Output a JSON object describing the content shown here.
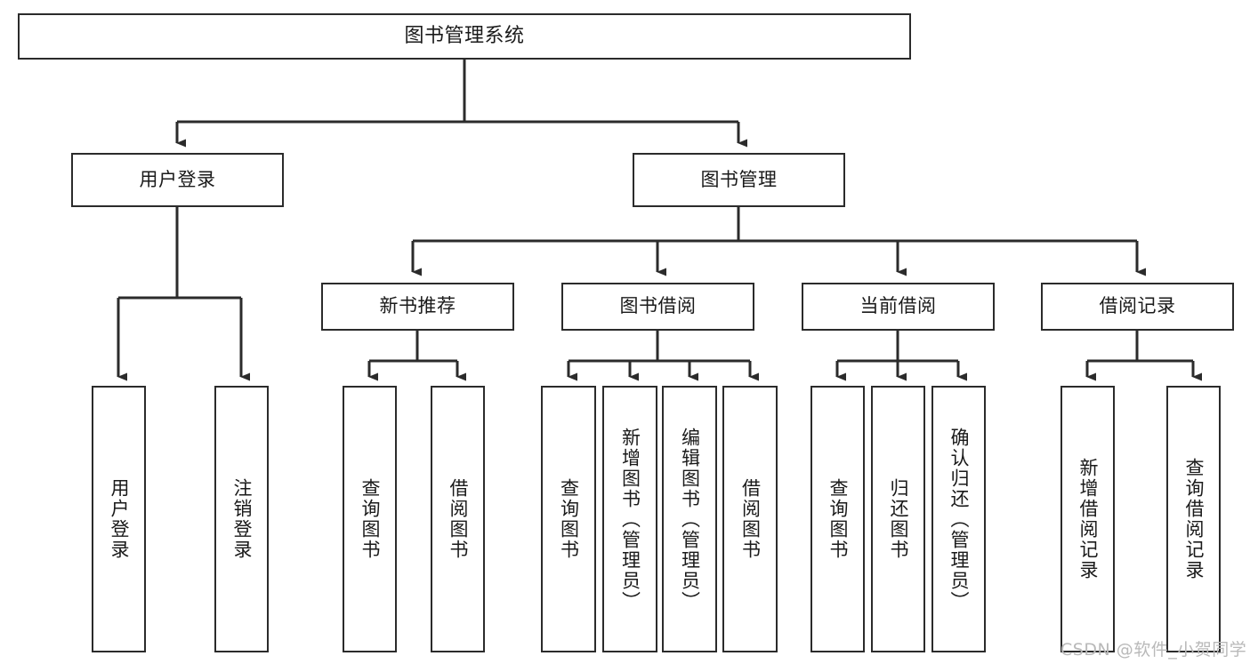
{
  "diagram": {
    "title": "图书管理系统",
    "watermark": "CSDN @软件_小贺同学",
    "colors": {
      "stroke": "#2b2b2b",
      "fill": "#ffffff",
      "text": "#1a1a1a",
      "watermark": "#b9b9b9"
    },
    "nodes": {
      "root": {
        "label": "图书管理系统"
      },
      "level2": [
        {
          "label": "用户登录"
        },
        {
          "label": "图书管理"
        }
      ],
      "level3": [
        {
          "label": "新书推荐"
        },
        {
          "label": "图书借阅"
        },
        {
          "label": "当前借阅"
        },
        {
          "label": "借阅记录"
        }
      ],
      "leaves_user_login": [
        {
          "label": "用户登录"
        },
        {
          "label": "注销登录"
        }
      ],
      "leaves_new_book": [
        {
          "label": "查询图书"
        },
        {
          "label": "借阅图书"
        }
      ],
      "leaves_borrow": [
        {
          "label": "查询图书"
        },
        {
          "label": "新增图书（管理员）"
        },
        {
          "label": "编辑图书（管理员）"
        },
        {
          "label": "借阅图书"
        }
      ],
      "leaves_current": [
        {
          "label": "查询图书"
        },
        {
          "label": "归还图书"
        },
        {
          "label": "确认归还（管理员）"
        }
      ],
      "leaves_records": [
        {
          "label": "新增借阅记录"
        },
        {
          "label": "查询借阅记录"
        }
      ]
    }
  }
}
